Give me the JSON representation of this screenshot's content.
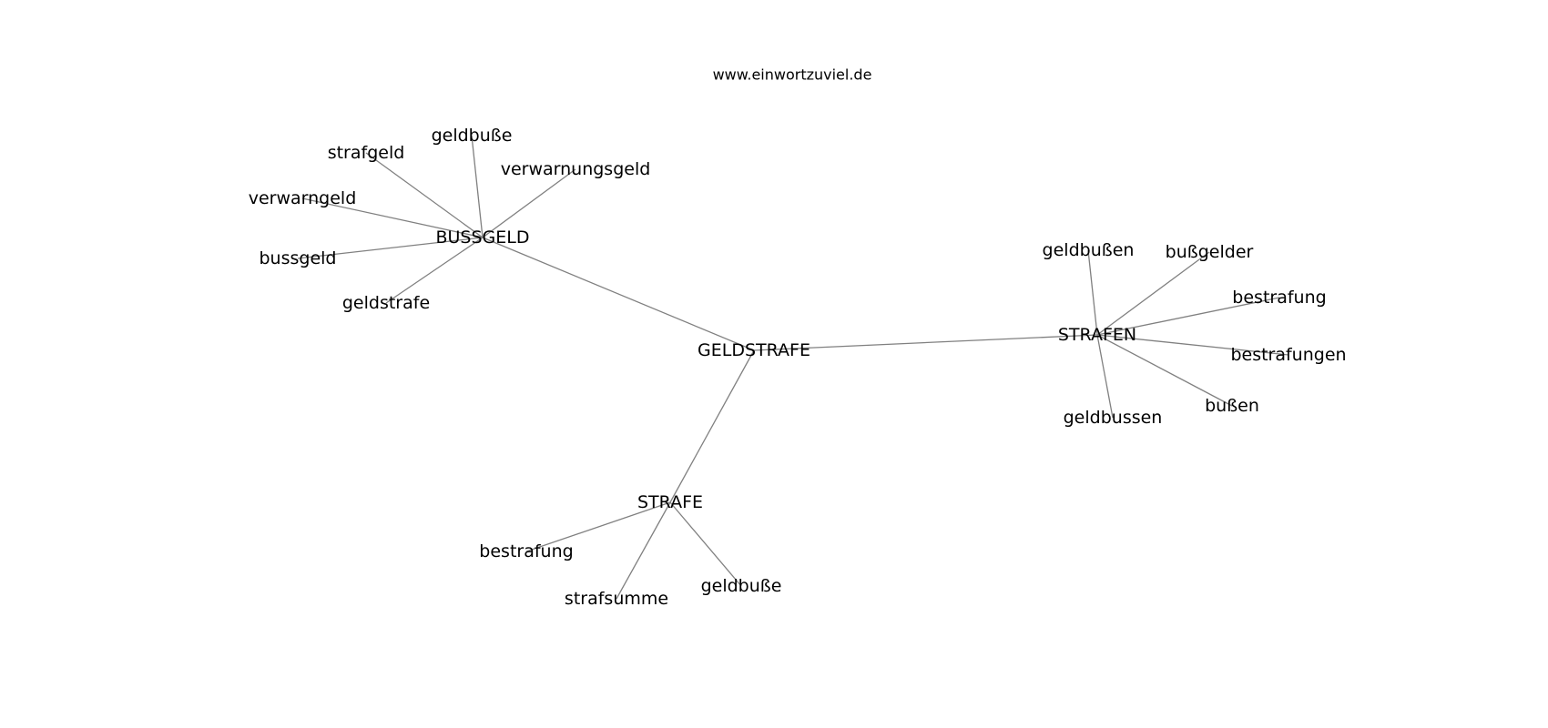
{
  "site_url": "www.einwortzuviel.de",
  "graph": {
    "edge_color": "#808080",
    "nodes": [
      {
        "id": "geldstrafe",
        "label": "GELDSTRAFE"
      },
      {
        "id": "bussgeld_hub",
        "label": "BUSSGELD"
      },
      {
        "id": "strafen_hub",
        "label": "STRAFEN"
      },
      {
        "id": "strafe_hub",
        "label": "STRAFE"
      },
      {
        "id": "b_geldbusse",
        "label": "geldbuße"
      },
      {
        "id": "b_strafgeld",
        "label": "strafgeld"
      },
      {
        "id": "b_verwarnungsgeld",
        "label": "verwarnungsgeld"
      },
      {
        "id": "b_verwarngeld",
        "label": "verwarngeld"
      },
      {
        "id": "b_bussgeld",
        "label": "bussgeld"
      },
      {
        "id": "b_geldstrafe",
        "label": "geldstrafe"
      },
      {
        "id": "s_geldbussen",
        "label": "geldbußen"
      },
      {
        "id": "s_bussgelder",
        "label": "bußgelder"
      },
      {
        "id": "s_bestrafung",
        "label": "bestrafung"
      },
      {
        "id": "s_bestrafungen",
        "label": "bestrafungen"
      },
      {
        "id": "s_bussen",
        "label": "bußen"
      },
      {
        "id": "s_geldbussen2",
        "label": "geldbussen"
      },
      {
        "id": "t_bestrafung",
        "label": "bestrafung"
      },
      {
        "id": "t_strafsumme",
        "label": "strafsumme"
      },
      {
        "id": "t_geldbusse",
        "label": "geldbuße"
      }
    ],
    "edges": [
      [
        "geldstrafe",
        "bussgeld_hub"
      ],
      [
        "geldstrafe",
        "strafen_hub"
      ],
      [
        "geldstrafe",
        "strafe_hub"
      ],
      [
        "bussgeld_hub",
        "b_geldbusse"
      ],
      [
        "bussgeld_hub",
        "b_strafgeld"
      ],
      [
        "bussgeld_hub",
        "b_verwarnungsgeld"
      ],
      [
        "bussgeld_hub",
        "b_verwarngeld"
      ],
      [
        "bussgeld_hub",
        "b_bussgeld"
      ],
      [
        "bussgeld_hub",
        "b_geldstrafe"
      ],
      [
        "strafen_hub",
        "s_geldbussen"
      ],
      [
        "strafen_hub",
        "s_bussgelder"
      ],
      [
        "strafen_hub",
        "s_bestrafung"
      ],
      [
        "strafen_hub",
        "s_bestrafungen"
      ],
      [
        "strafen_hub",
        "s_bussen"
      ],
      [
        "strafen_hub",
        "s_geldbussen2"
      ],
      [
        "strafe_hub",
        "t_bestrafung"
      ],
      [
        "strafe_hub",
        "t_strafsumme"
      ],
      [
        "strafe_hub",
        "t_geldbusse"
      ]
    ]
  }
}
